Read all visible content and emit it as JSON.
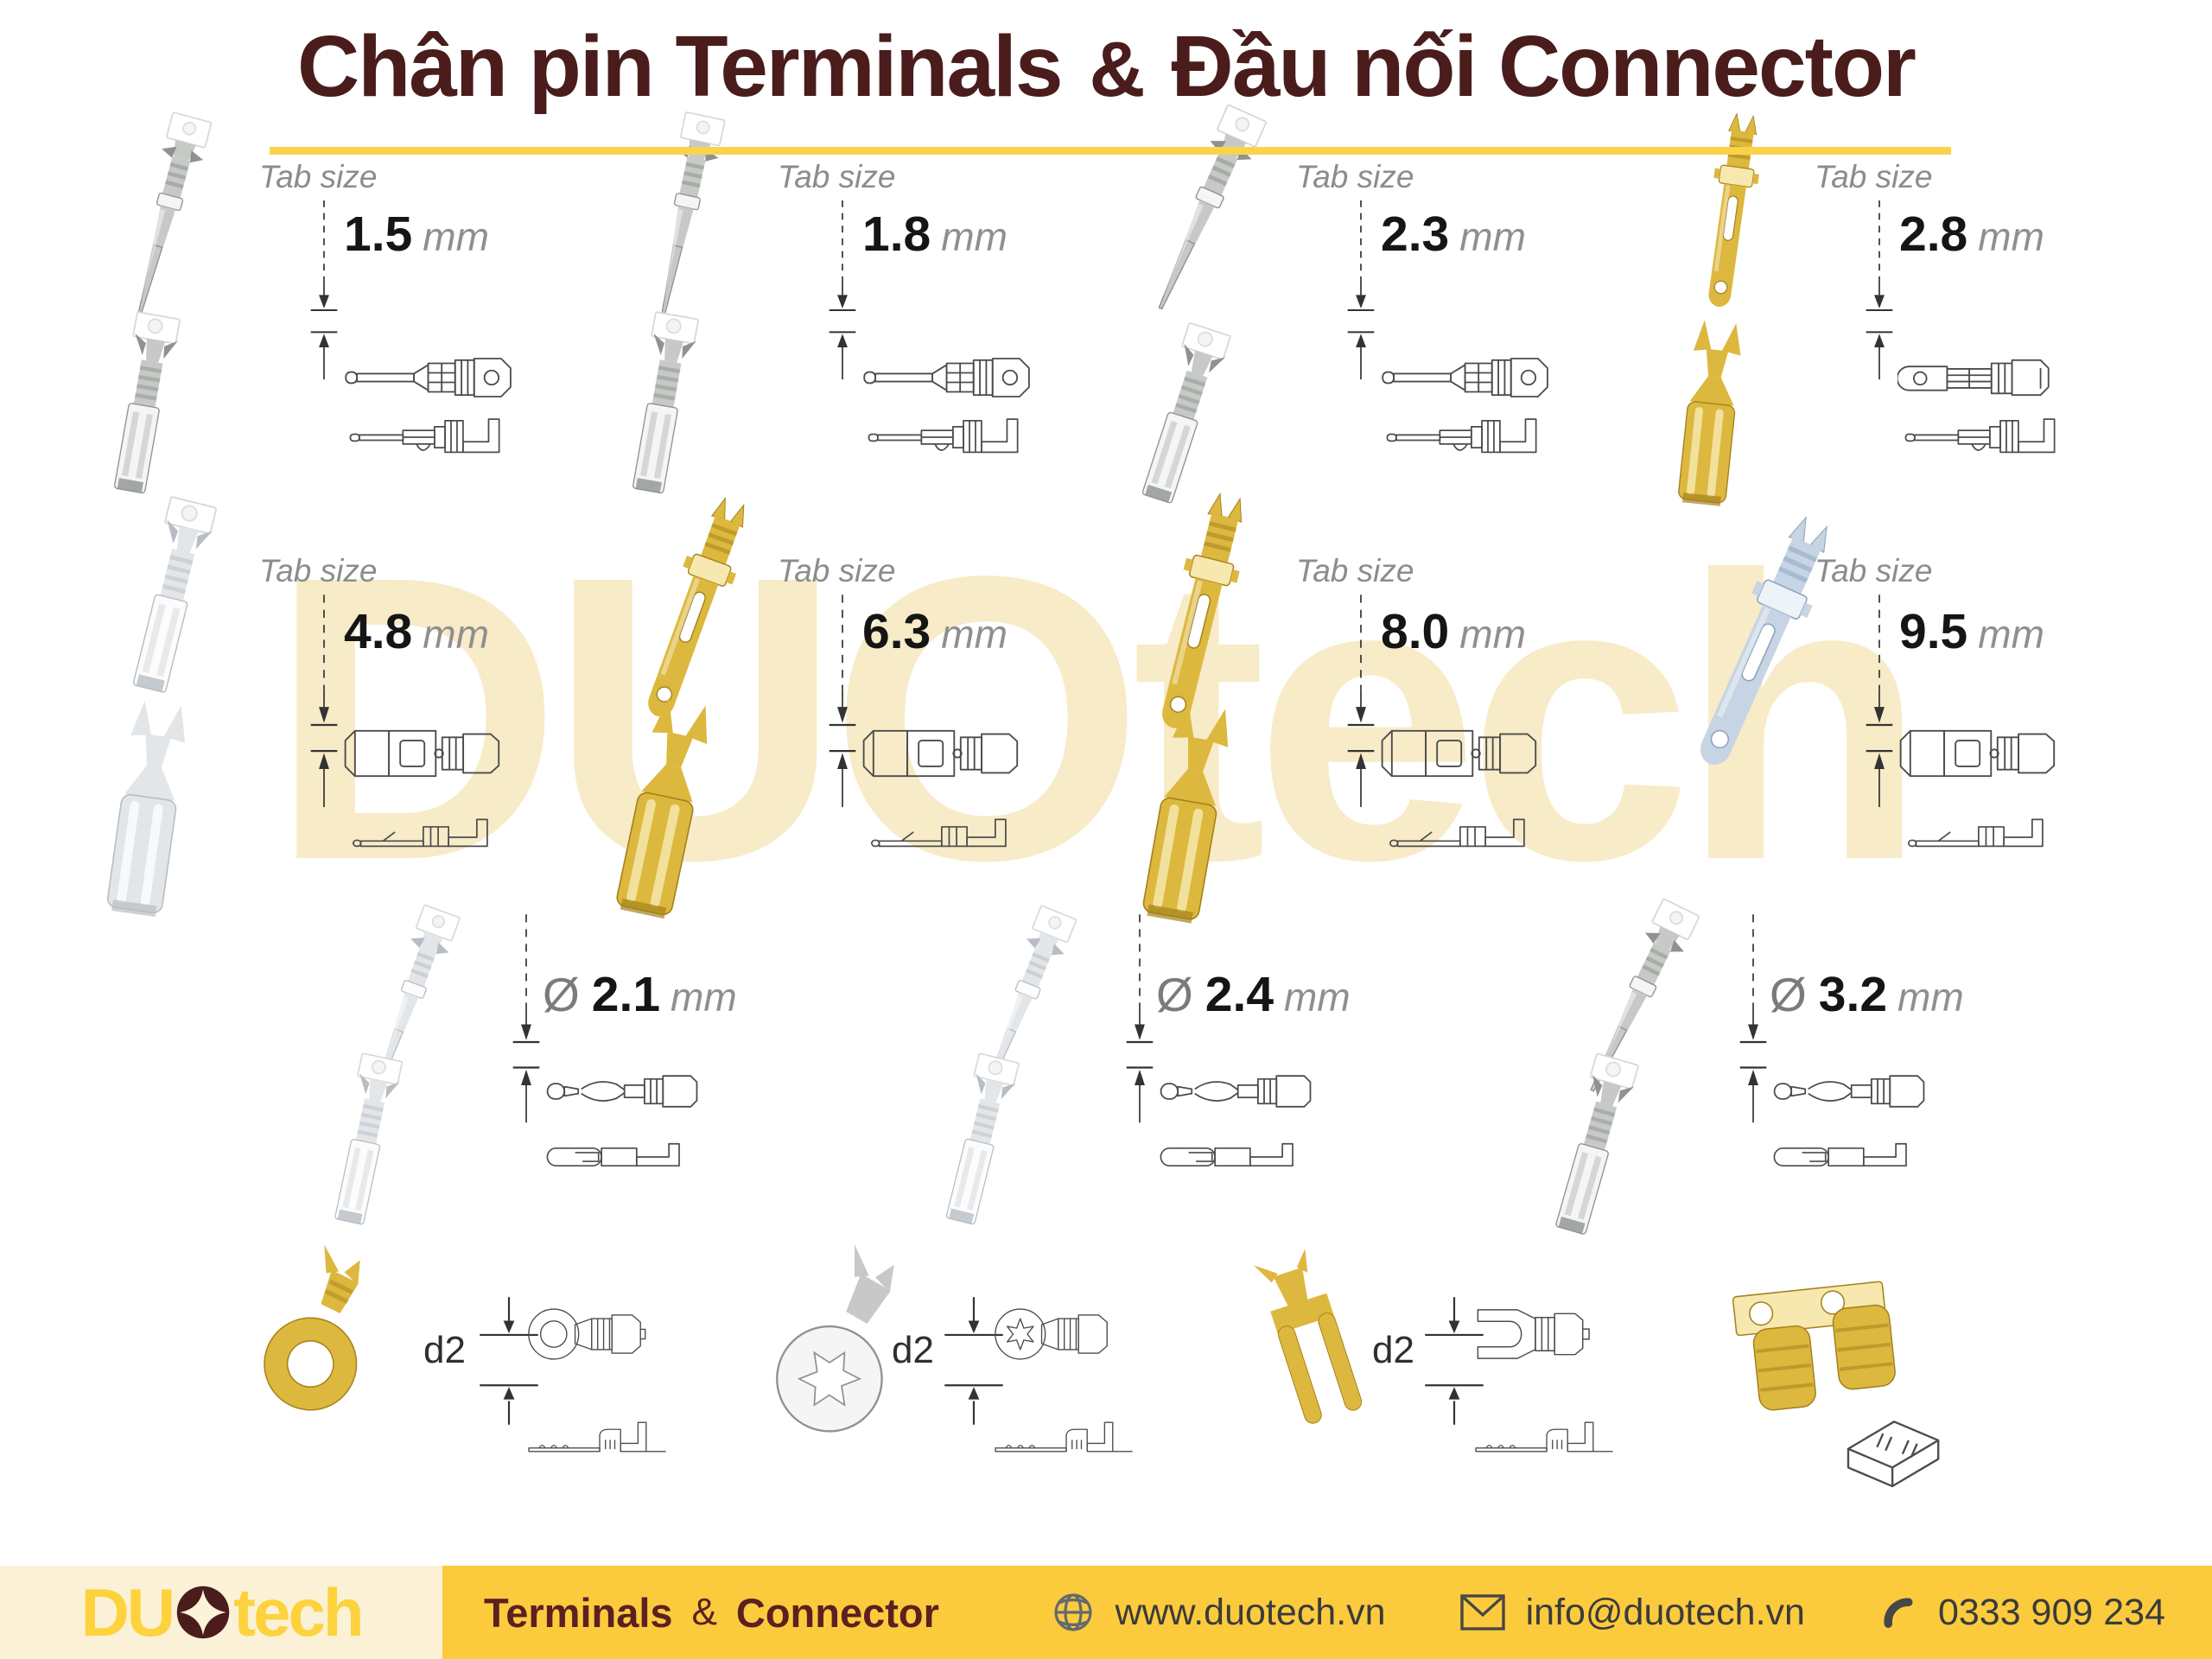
{
  "title": {
    "part1": "Chân pin Terminals",
    "amp": "&",
    "part2": "Đầu nối Connector"
  },
  "watermark": "DUOtech",
  "tab_cards": [
    {
      "label": "Tab size",
      "value": "1.5",
      "unit": "mm",
      "finish": "silver"
    },
    {
      "label": "Tab size",
      "value": "1.8",
      "unit": "mm",
      "finish": "silver"
    },
    {
      "label": "Tab size",
      "value": "2.3",
      "unit": "mm",
      "finish": "silver"
    },
    {
      "label": "Tab size",
      "value": "2.8",
      "unit": "mm",
      "finish": "gold"
    },
    {
      "label": "Tab size",
      "value": "4.8",
      "unit": "mm",
      "finish": "clear"
    },
    {
      "label": "Tab size",
      "value": "6.3",
      "unit": "mm",
      "finish": "gold"
    },
    {
      "label": "Tab size",
      "value": "8.0",
      "unit": "mm",
      "finish": "gold"
    },
    {
      "label": "Tab size",
      "value": "9.5",
      "unit": "mm",
      "finish": "blue"
    }
  ],
  "diameter_cards": [
    {
      "symbol": "Ø",
      "value": "2.1",
      "unit": "mm",
      "finish": "clear"
    },
    {
      "symbol": "Ø",
      "value": "2.4",
      "unit": "mm",
      "finish": "clear"
    },
    {
      "symbol": "Ø",
      "value": "3.2",
      "unit": "mm",
      "finish": "silver"
    }
  ],
  "lug_cards": [
    {
      "dim": "d2",
      "type": "ring",
      "finish": "gold"
    },
    {
      "dim": "d2",
      "type": "star-ring",
      "finish": "silver"
    },
    {
      "dim": "d2",
      "type": "fork",
      "finish": "gold"
    },
    {
      "dim": "",
      "type": "fuse-clip",
      "finish": "gold"
    }
  ],
  "footer": {
    "logo": {
      "du": "DU",
      "tech": "tech"
    },
    "tagline": {
      "word1": "Terminals",
      "amp": "&",
      "word2": "Connector"
    },
    "website": "www.duotech.vn",
    "email": "info@duotech.vn",
    "phone": "0333 909 234"
  },
  "icons": {
    "globe": "globe-icon",
    "mail": "mail-icon",
    "phone": "phone-icon",
    "logo_o": "four-point-star-ring-icon"
  },
  "colors": {
    "title_maroon": "#4a1c1c",
    "underline_yellow": "#fbd34b",
    "footer_yellow": "#fccb3d",
    "footer_cream": "#faf1d6",
    "logo_yellow": "#fdd23c",
    "label_gray": "#8c8c8c",
    "value_black": "#151515",
    "drawing_stroke": "#4c4c4c",
    "watermark_cream": "#f7ebc8"
  }
}
